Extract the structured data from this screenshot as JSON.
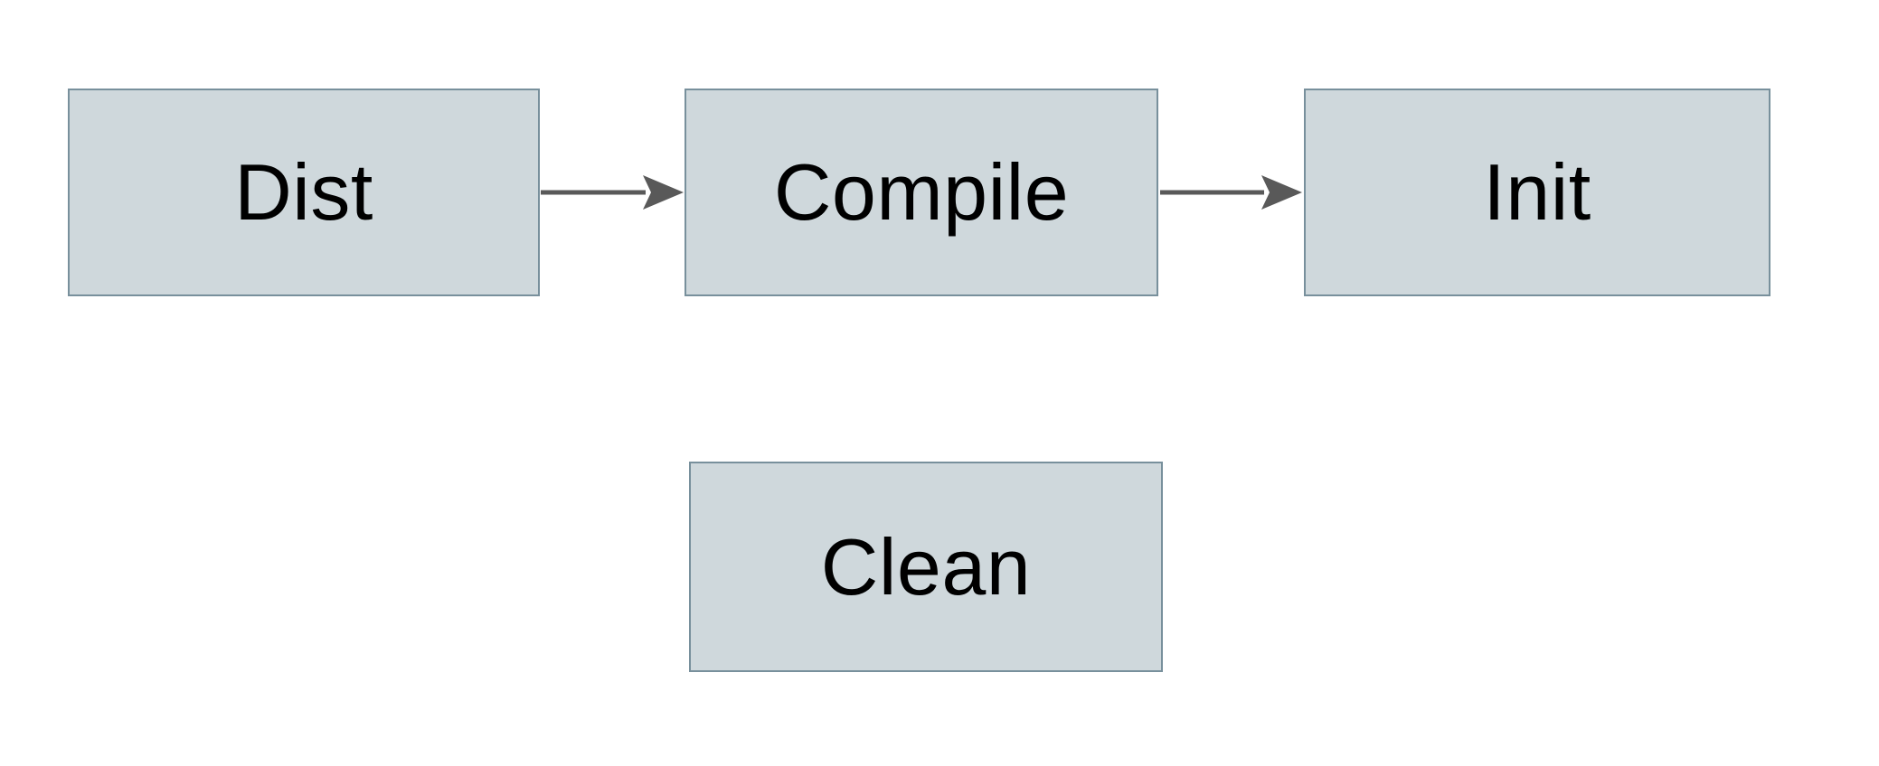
{
  "diagram": {
    "nodes": [
      {
        "id": "dist",
        "label": "Dist"
      },
      {
        "id": "compile",
        "label": "Compile"
      },
      {
        "id": "init",
        "label": "Init"
      },
      {
        "id": "clean",
        "label": "Clean"
      }
    ],
    "edges": [
      {
        "from": "dist",
        "to": "compile"
      },
      {
        "from": "compile",
        "to": "init"
      }
    ]
  },
  "colors": {
    "background": "#ffffff",
    "node_fill": "#cfd8dc",
    "node_border": "#78909c",
    "arrow": "#595959",
    "text": "#000000"
  }
}
